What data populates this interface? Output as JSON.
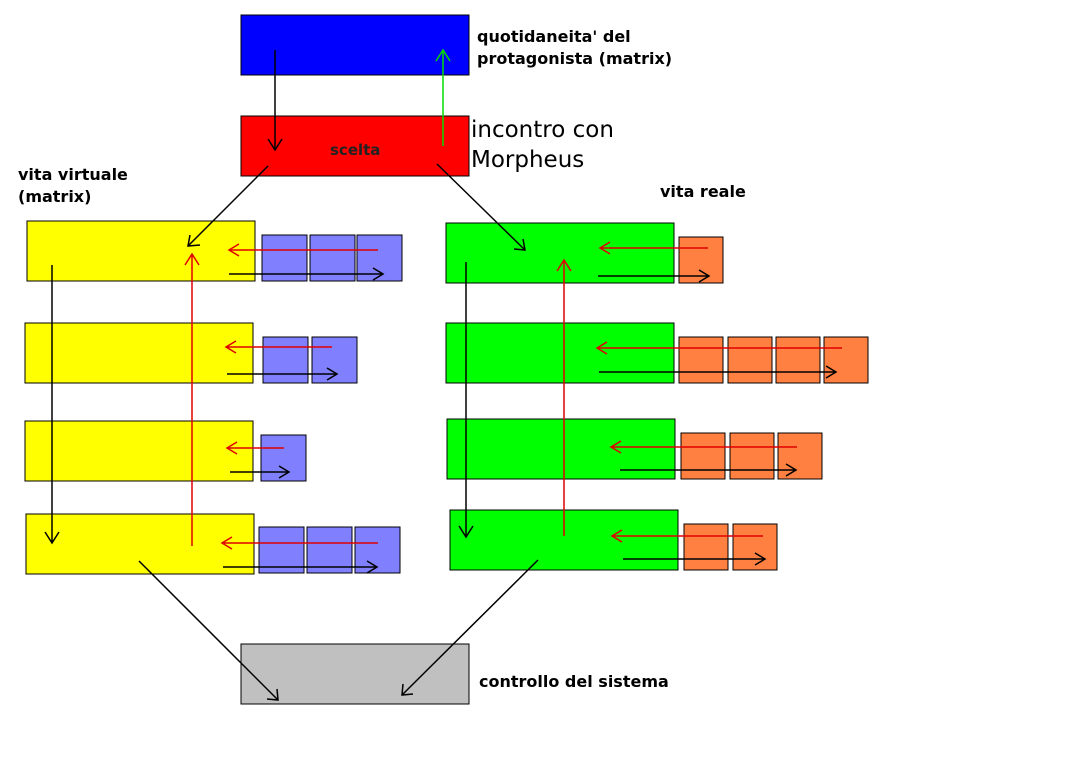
{
  "labels": {
    "top_note_line1": "quotidaneita' del",
    "top_note_line2": "protagonista (matrix)",
    "choice": "scelta",
    "meeting_line1": "incontro con",
    "meeting_line2": "Morpheus",
    "virtual_line1": "vita virtuale",
    "virtual_line2": "(matrix)",
    "real": "vita reale",
    "control": "controllo del sistema"
  },
  "colors": {
    "top_box": "#0000ff",
    "choice_box": "#ff0000",
    "virtual_box": "#ffff00",
    "virtual_sub": "#8080ff",
    "real_box": "#00ff00",
    "real_sub": "#ff8040",
    "control_box": "#c0c0c0",
    "black_arrow": "#000000",
    "red_arrow": "#e00000",
    "green_arrow": "#00dd00"
  },
  "rows": {
    "virtual_sub_counts": [
      3,
      2,
      1,
      3
    ],
    "real_sub_counts": [
      1,
      4,
      3,
      2
    ]
  }
}
